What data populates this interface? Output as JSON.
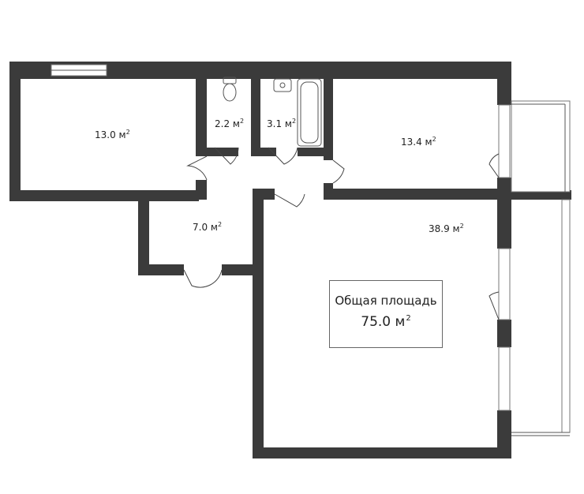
{
  "rooms": [
    {
      "id": "room-1",
      "value": "13.0",
      "unit": "м"
    },
    {
      "id": "room-2",
      "value": "2.2",
      "unit": "м"
    },
    {
      "id": "room-3",
      "value": "3.1",
      "unit": "м"
    },
    {
      "id": "room-4",
      "value": "13.4",
      "unit": "м"
    },
    {
      "id": "room-5",
      "value": "7.0",
      "unit": "м"
    },
    {
      "id": "room-6",
      "value": "38.9",
      "unit": "м"
    }
  ],
  "unit_power": "2",
  "total": {
    "title": "Общая площадь",
    "value": "75.0 м",
    "unit_power": "2"
  },
  "colors": {
    "wall": "#3b3b3b",
    "background": "#ffffff"
  }
}
